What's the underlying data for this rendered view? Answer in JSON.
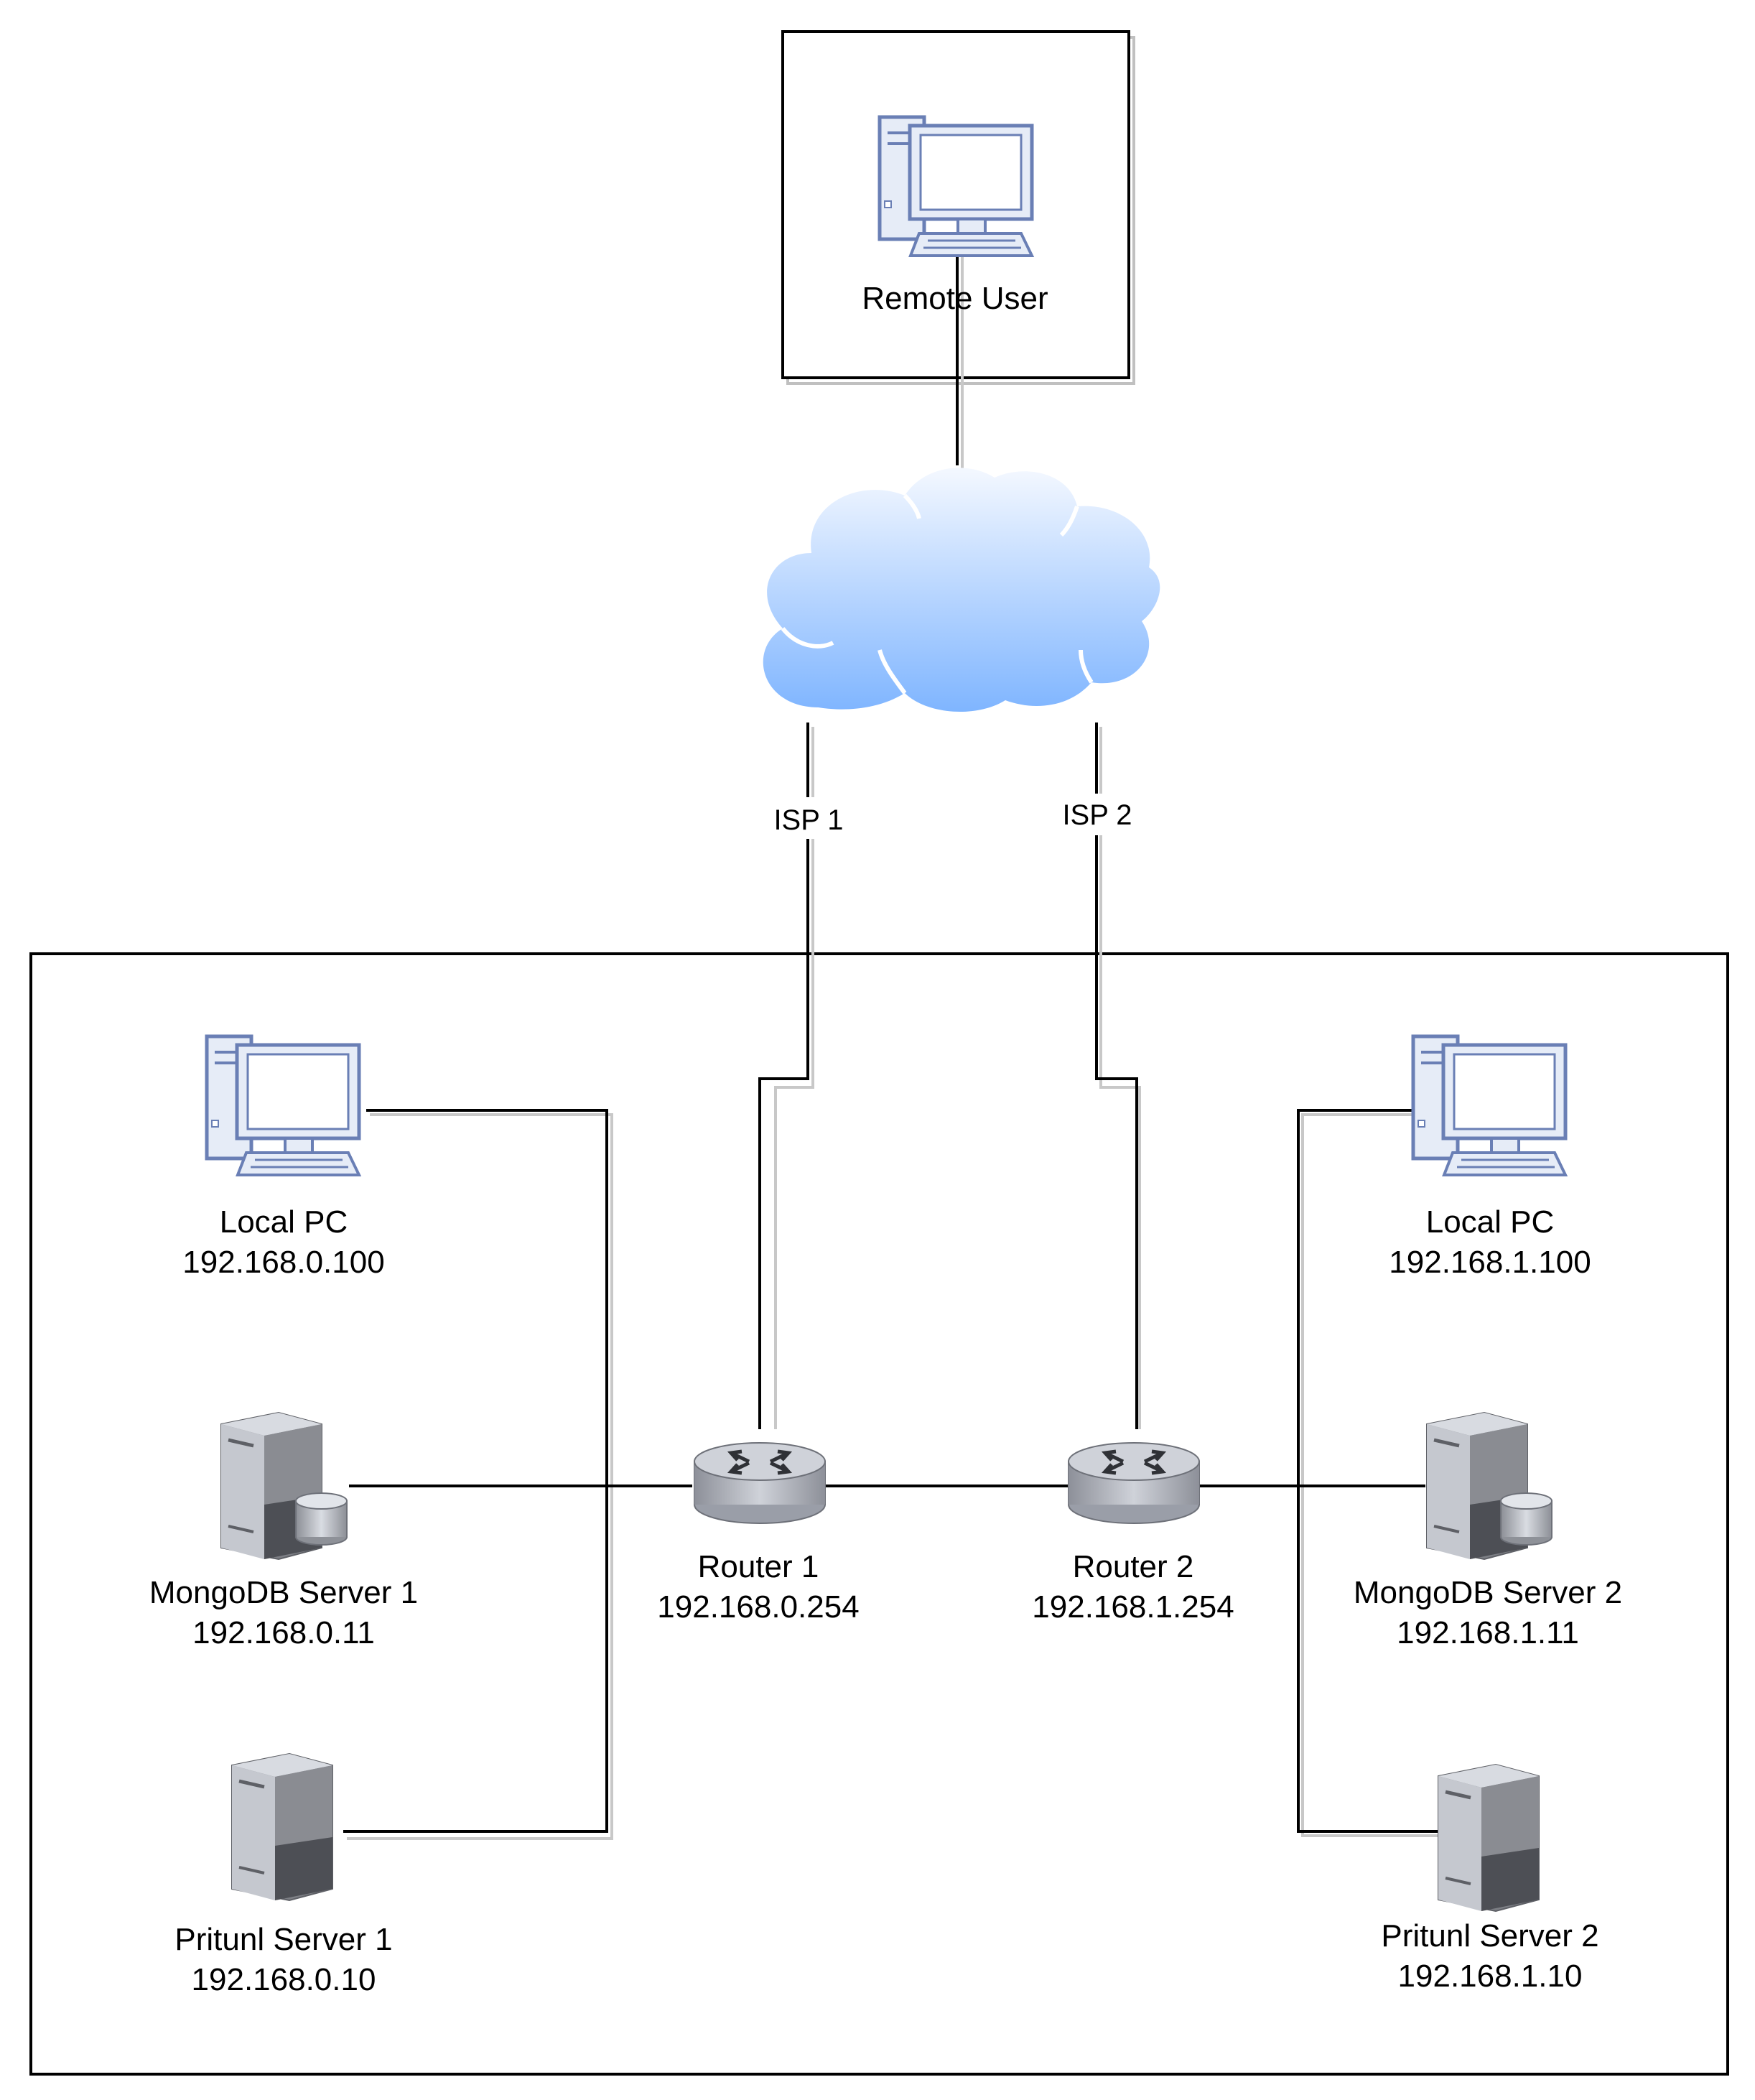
{
  "remote": {
    "label": "Remote User",
    "icon": "desktop-pc-icon"
  },
  "internet": {
    "icon": "cloud-icon"
  },
  "isp_links": [
    {
      "label": "ISP 1"
    },
    {
      "label": "ISP 2"
    }
  ],
  "left_site": {
    "local_pc": {
      "name": "Local PC",
      "ip": "192.168.0.100",
      "icon": "desktop-pc-icon"
    },
    "mongodb": {
      "name": "MongoDB Server 1",
      "ip": "192.168.0.11",
      "icon": "database-server-icon"
    },
    "pritunl": {
      "name": "Pritunl Server 1",
      "ip": "192.168.0.10",
      "icon": "server-tower-icon"
    },
    "router": {
      "name": "Router 1",
      "ip": "192.168.0.254",
      "icon": "router-icon"
    }
  },
  "right_site": {
    "local_pc": {
      "name": "Local PC",
      "ip": "192.168.1.100",
      "icon": "desktop-pc-icon"
    },
    "mongodb": {
      "name": "MongoDB Server 2",
      "ip": "192.168.1.11",
      "icon": "database-server-icon"
    },
    "pritunl": {
      "name": "Pritunl Server 2",
      "ip": "192.168.1.10",
      "icon": "server-tower-icon"
    },
    "router": {
      "name": "Router 2",
      "ip": "192.168.1.254",
      "icon": "router-icon"
    }
  },
  "colors": {
    "line": "#000000",
    "shadow": "#bfbfbf",
    "pc_outline": "#6a7fb5",
    "pc_fill": "#e6ecf7",
    "server_dark": "#7d7f85",
    "server_light": "#c5c8cf",
    "cloud_top": "#f2f7ff",
    "cloud_bottom": "#80b6ff"
  }
}
